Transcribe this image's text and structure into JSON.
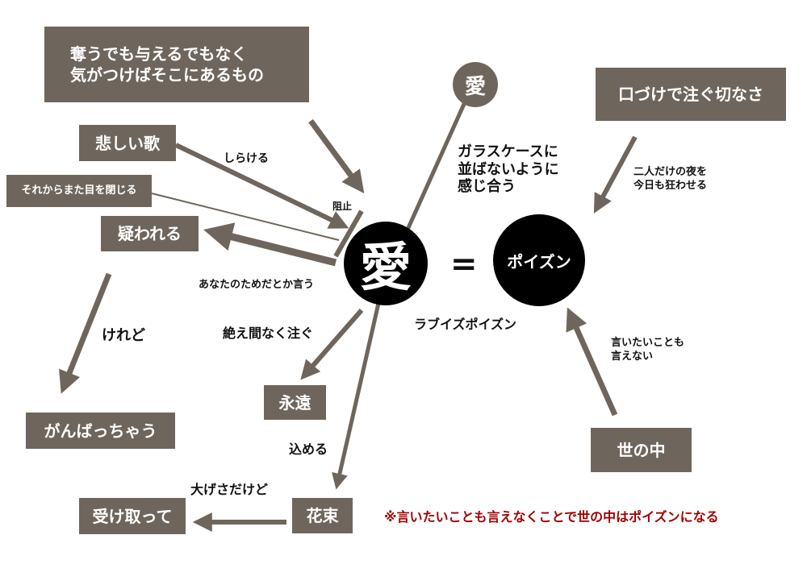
{
  "colors": {
    "box": "#6e665c",
    "circle": "#000000",
    "note": "#a00000"
  },
  "boxes": {
    "top_quote_line1": "奪うでも与えるでもなく",
    "top_quote_line2": "気がつけばそこにあるもの",
    "kuchizuke": "口づけで注ぐ切なさ",
    "kanashii_uta": "悲しい歌",
    "sorekara": "それからまた目を閉じる",
    "utagawareru": "疑われる",
    "ganbacchau": "がんばっちゃう",
    "eien": "永遠",
    "hanataba": "花束",
    "uketotte": "受け取って",
    "yononaka": "世の中"
  },
  "circles": {
    "small_ai": "愛",
    "big_ai": "愛",
    "poison": "ポイズン",
    "equals": "="
  },
  "labels": {
    "shirakeru": "しらける",
    "soshi": "阻止",
    "anata": "あなたのためだとか言う",
    "glass": "ガラスケースに\n並ばないように\n感じ合う",
    "futari": "二人だけの夜を\n今日も狂わせる",
    "love_is_poison": "ラブイズポイズン",
    "iitai": "言いたいことも\n言えない",
    "keredo": "けれど",
    "taema": "絶え間なく注ぐ",
    "komeru": "込める",
    "oogesa": "大げさだけど",
    "note": "※言いたいことも言えなくことで世の中はポイズンになる"
  }
}
